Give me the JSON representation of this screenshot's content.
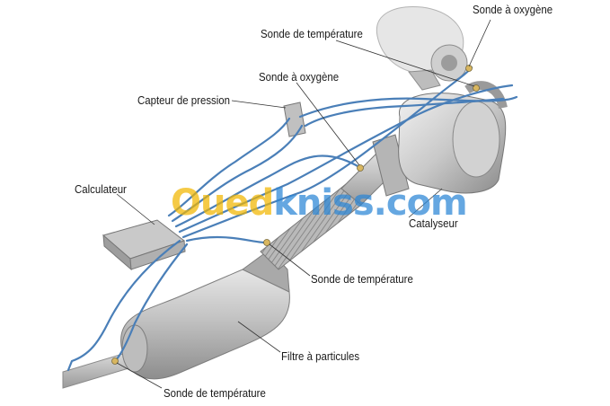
{
  "labels": {
    "sonde_oxygene_top": "Sonde à oxygène",
    "sonde_temp_top": "Sonde de température",
    "sonde_oxygene_mid": "Sonde à oxygène",
    "capteur_pression": "Capteur de pression",
    "calculateur": "Calculateur",
    "catalyseur": "Catalyseur",
    "sonde_temp_mid": "Sonde de température",
    "filtre_particules": "Filtre à particules",
    "sonde_temp_bottom": "Sonde de température"
  },
  "watermark": {
    "part1": "Oued",
    "part2": "kniss",
    "part3": ".com"
  },
  "colors": {
    "wire": "#4a7fb8",
    "watermark_yellow": "#f2b600",
    "watermark_blue": "#2b86d6",
    "text": "#1a1a1a"
  }
}
